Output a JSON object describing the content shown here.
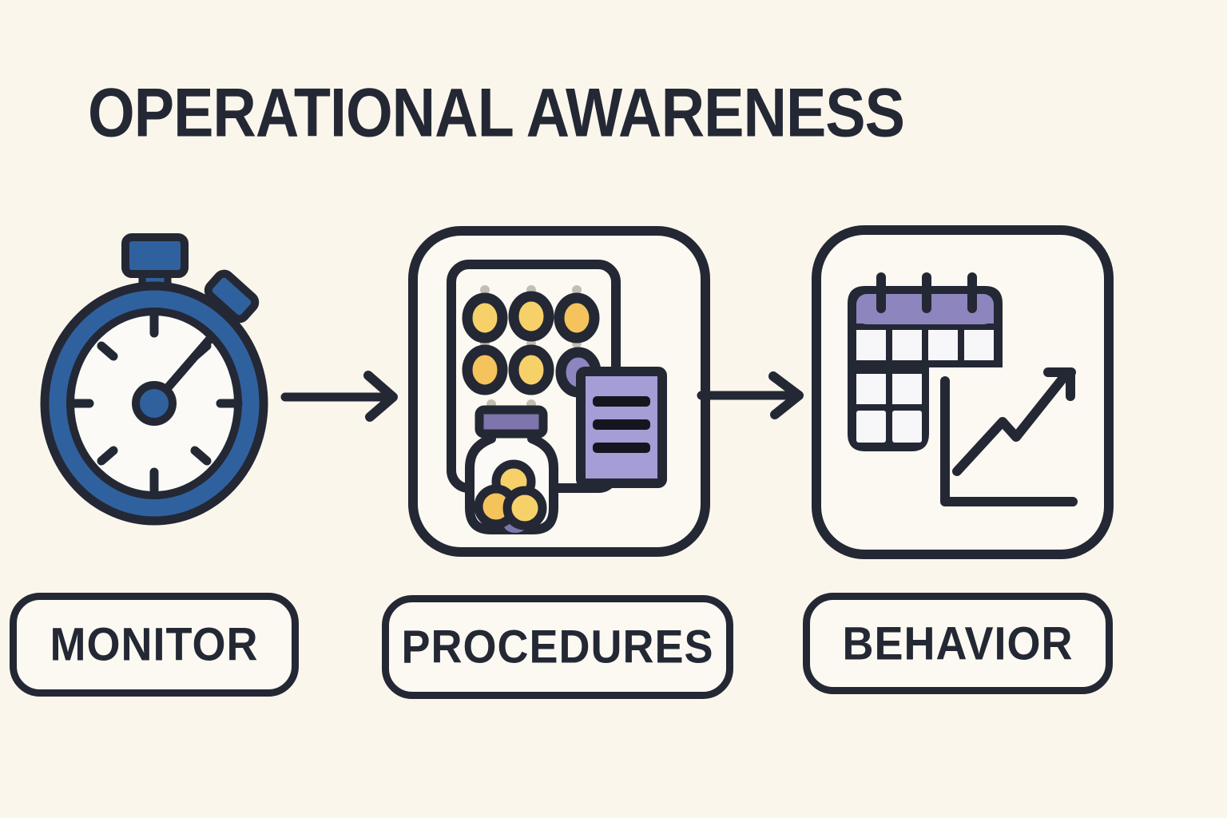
{
  "title": "OPERATIONAL AWARENESS",
  "steps": [
    {
      "id": "monitor",
      "label": "MONITOR",
      "icon": "stopwatch-icon"
    },
    {
      "id": "procedures",
      "label": "PROCEDURES",
      "icon": "medication-blister-bottle-document-icon"
    },
    {
      "id": "behavior",
      "label": "BEHAVIOR",
      "icon": "calendar-trend-chart-icon"
    }
  ],
  "arrows": [
    {
      "from": "monitor",
      "to": "procedures",
      "direction": "right"
    },
    {
      "from": "procedures",
      "to": "behavior",
      "direction": "right"
    }
  ],
  "palette": {
    "bg": "#fbf6ec",
    "panel": "#fcf9f2",
    "ink": "#232834",
    "blue": "#30619f",
    "face": "#fbfaf6",
    "purpleLight": "#a49dd6",
    "purpleMid": "#8d85bd",
    "purpleDark": "#7d75ab",
    "yellow": "#f6d169",
    "yellowDeep": "#f4c35c",
    "cell": "#f7f6f8",
    "gray": "#c3beb5",
    "barInk": "#14161f"
  }
}
